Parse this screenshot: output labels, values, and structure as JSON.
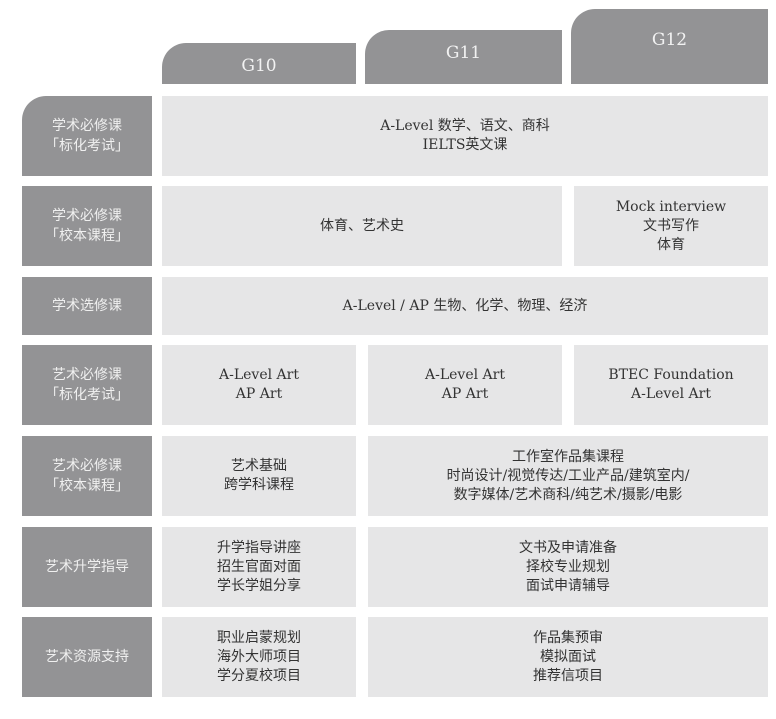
{
  "grades": [
    "G10",
    "G11",
    "G12"
  ],
  "rows": [
    {
      "label": [
        "学术必修课",
        "「标化考试」"
      ],
      "cells": [
        [
          "A-Level 数学、语文、商科",
          "IELTS英文课"
        ]
      ]
    },
    {
      "label": [
        "学术必修课",
        "「校本课程」"
      ],
      "cells": [
        [
          "体育、艺术史"
        ],
        [
          "Mock interview",
          "文书写作",
          "体育"
        ]
      ]
    },
    {
      "label": [
        "学术选修课"
      ],
      "cells": [
        [
          "A-Level / AP 生物、化学、物理、经济"
        ]
      ]
    },
    {
      "label": [
        "艺术必修课",
        "「标化考试」"
      ],
      "cells": [
        [
          "A-Level Art",
          "AP Art"
        ],
        [
          "A-Level Art",
          "AP Art"
        ],
        [
          "BTEC Foundation",
          "A-Level Art"
        ]
      ]
    },
    {
      "label": [
        "艺术必修课",
        "「校本课程」"
      ],
      "cells": [
        [
          "艺术基础",
          "跨学科课程"
        ],
        [
          "工作室作品集课程",
          "时尚设计/视觉传达/工业产品/建筑室内/",
          "数字媒体/艺术商科/纯艺术/摄影/电影"
        ]
      ]
    },
    {
      "label": [
        "艺术升学指导"
      ],
      "cells": [
        [
          "升学指导讲座",
          "招生官面对面",
          "学长学姐分享"
        ],
        [
          "文书及申请准备",
          "择校专业规划",
          "面试申请辅导"
        ]
      ]
    },
    {
      "label": [
        "艺术资源支持"
      ],
      "cells": [
        [
          "职业启蒙规划",
          "海外大师项目",
          "学分夏校项目"
        ],
        [
          "作品集预审",
          "模拟面试",
          "推荐信项目"
        ]
      ]
    }
  ]
}
